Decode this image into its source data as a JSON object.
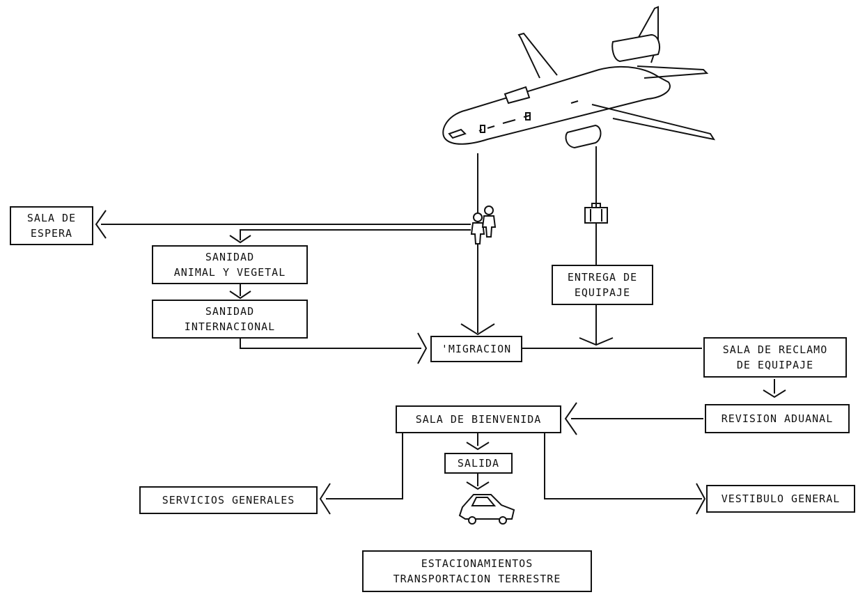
{
  "diagram": {
    "boxes": {
      "sala_espera": [
        "SALA DE",
        "ESPERA"
      ],
      "sanidad_animal": [
        "SANIDAD",
        "ANIMAL Y VEGETAL"
      ],
      "sanidad_internacional": [
        "SANIDAD",
        "INTERNACIONAL"
      ],
      "entrega_equipaje": [
        "ENTREGA DE",
        "EQUIPAJE"
      ],
      "migracion": "'MIGRACION",
      "sala_reclamo": [
        "SALA DE RECLAMO",
        "DE EQUIPAJE"
      ],
      "sala_bienvenida": "SALA DE BIENVENIDA",
      "revision_aduanal": "REVISION ADUANAL",
      "salida": "SALIDA",
      "servicios_generales": "SERVICIOS GENERALES",
      "vestibulo_general": "VESTIBULO GENERAL",
      "estacionamientos": [
        "ESTACIONAMIENTOS",
        "TRANSPORTACION TERRESTRE"
      ]
    },
    "icons": [
      "airplane-icon",
      "passengers-icon",
      "luggage-icon",
      "car-icon"
    ]
  }
}
